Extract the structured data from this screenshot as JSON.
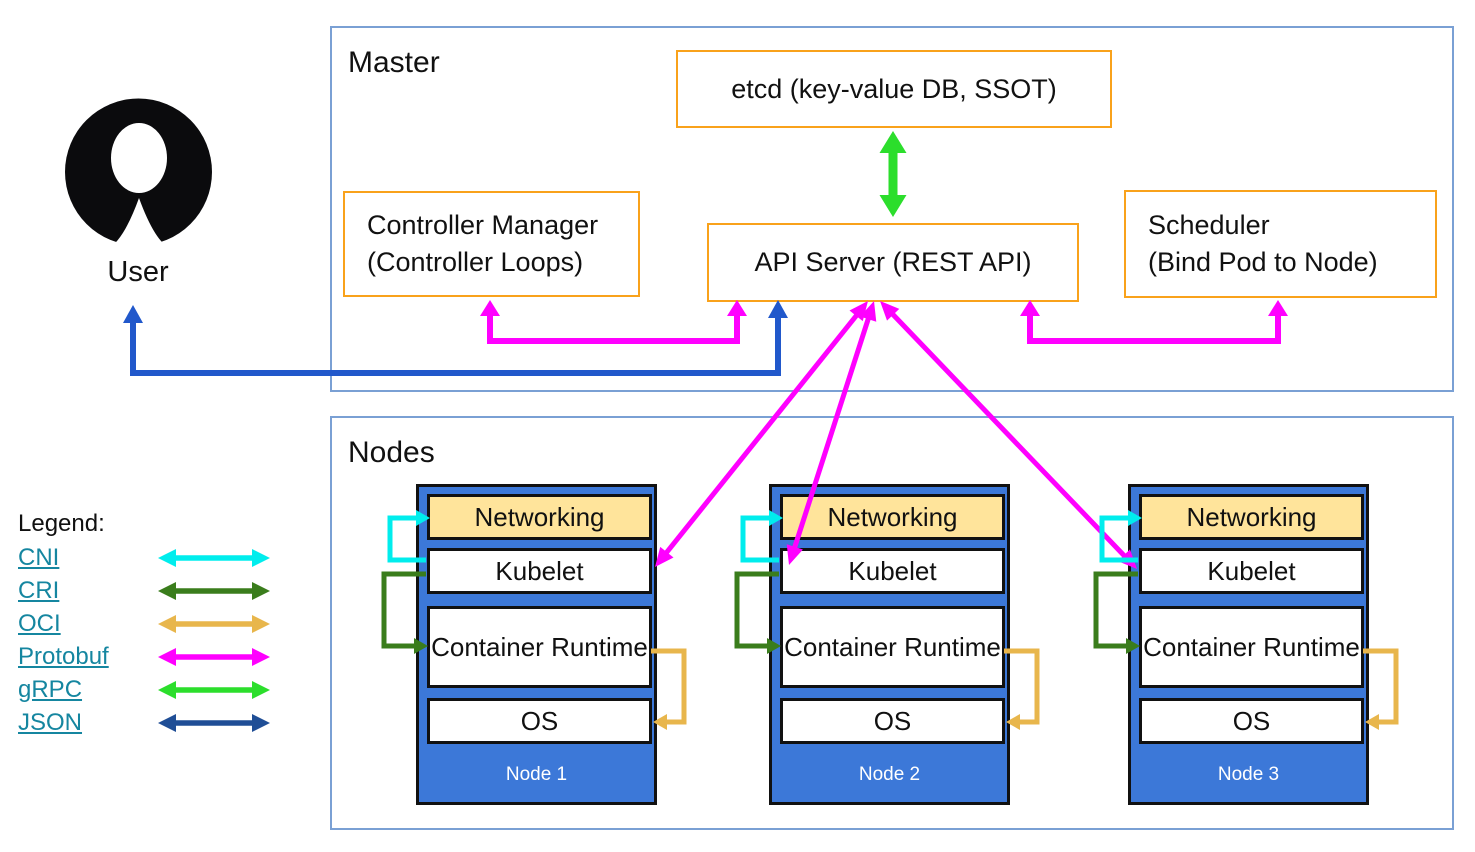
{
  "user": {
    "label": "User"
  },
  "master": {
    "title": "Master",
    "etcd": {
      "label": "etcd (key-value DB, SSOT)"
    },
    "controller_manager": {
      "line1": "Controller Manager",
      "line2": "(Controller Loops)"
    },
    "api_server": {
      "label": "API Server (REST API)"
    },
    "scheduler": {
      "line1": "Scheduler",
      "line2": "(Bind Pod to Node)"
    }
  },
  "nodes_section": {
    "title": "Nodes",
    "component_labels": {
      "networking": "Networking",
      "kubelet": "Kubelet",
      "container_runtime": "Container Runtime",
      "os": "OS"
    },
    "nodes": [
      {
        "name": "Node 1"
      },
      {
        "name": "Node 2"
      },
      {
        "name": "Node 3"
      }
    ]
  },
  "legend": {
    "title": "Legend:",
    "items": [
      {
        "label": "CNI",
        "color": "#00EDED"
      },
      {
        "label": "CRI",
        "color": "#3A7D1C"
      },
      {
        "label": "OCI",
        "color": "#E8B64C"
      },
      {
        "label": "Protobuf",
        "color": "#FF00FF"
      },
      {
        "label": "gRPC",
        "color": "#2CDE2C"
      },
      {
        "label": "JSON",
        "color": "#1F4E96"
      }
    ]
  },
  "colors": {
    "frame_border": "#7AA0D4",
    "component_border": "#F9A21B",
    "node_fill": "#3C78D8",
    "networking_fill": "#FFE49B",
    "link": "#1586A0",
    "arrow_cni": "#00EDED",
    "arrow_cri": "#3A7D1C",
    "arrow_oci": "#E8B64C",
    "arrow_protobuf": "#FF00FF",
    "arrow_grpc": "#2CDE2C",
    "arrow_json_user": "#2158CB",
    "arrow_json_legend": "#1F4E96"
  }
}
